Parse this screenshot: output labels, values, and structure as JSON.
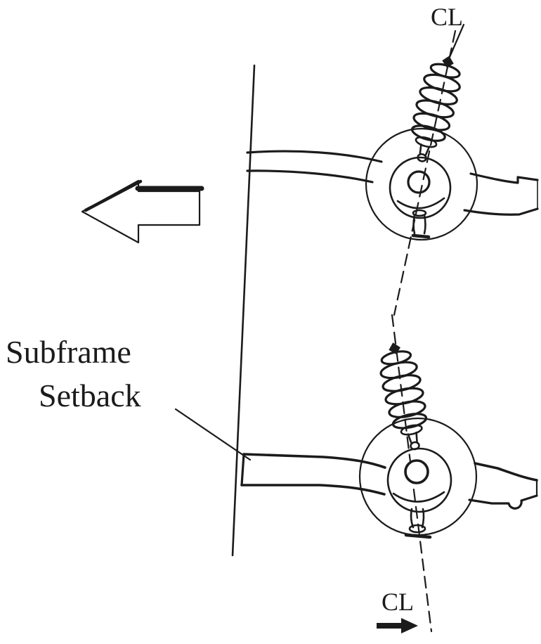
{
  "figure": {
    "background": "#ffffff",
    "ink": "#1b1b1b",
    "labels": {
      "top_centerline": "CL",
      "bottom_centerline": "CL",
      "setback_line1": "Subframe",
      "setback_line2": "Setback"
    }
  }
}
